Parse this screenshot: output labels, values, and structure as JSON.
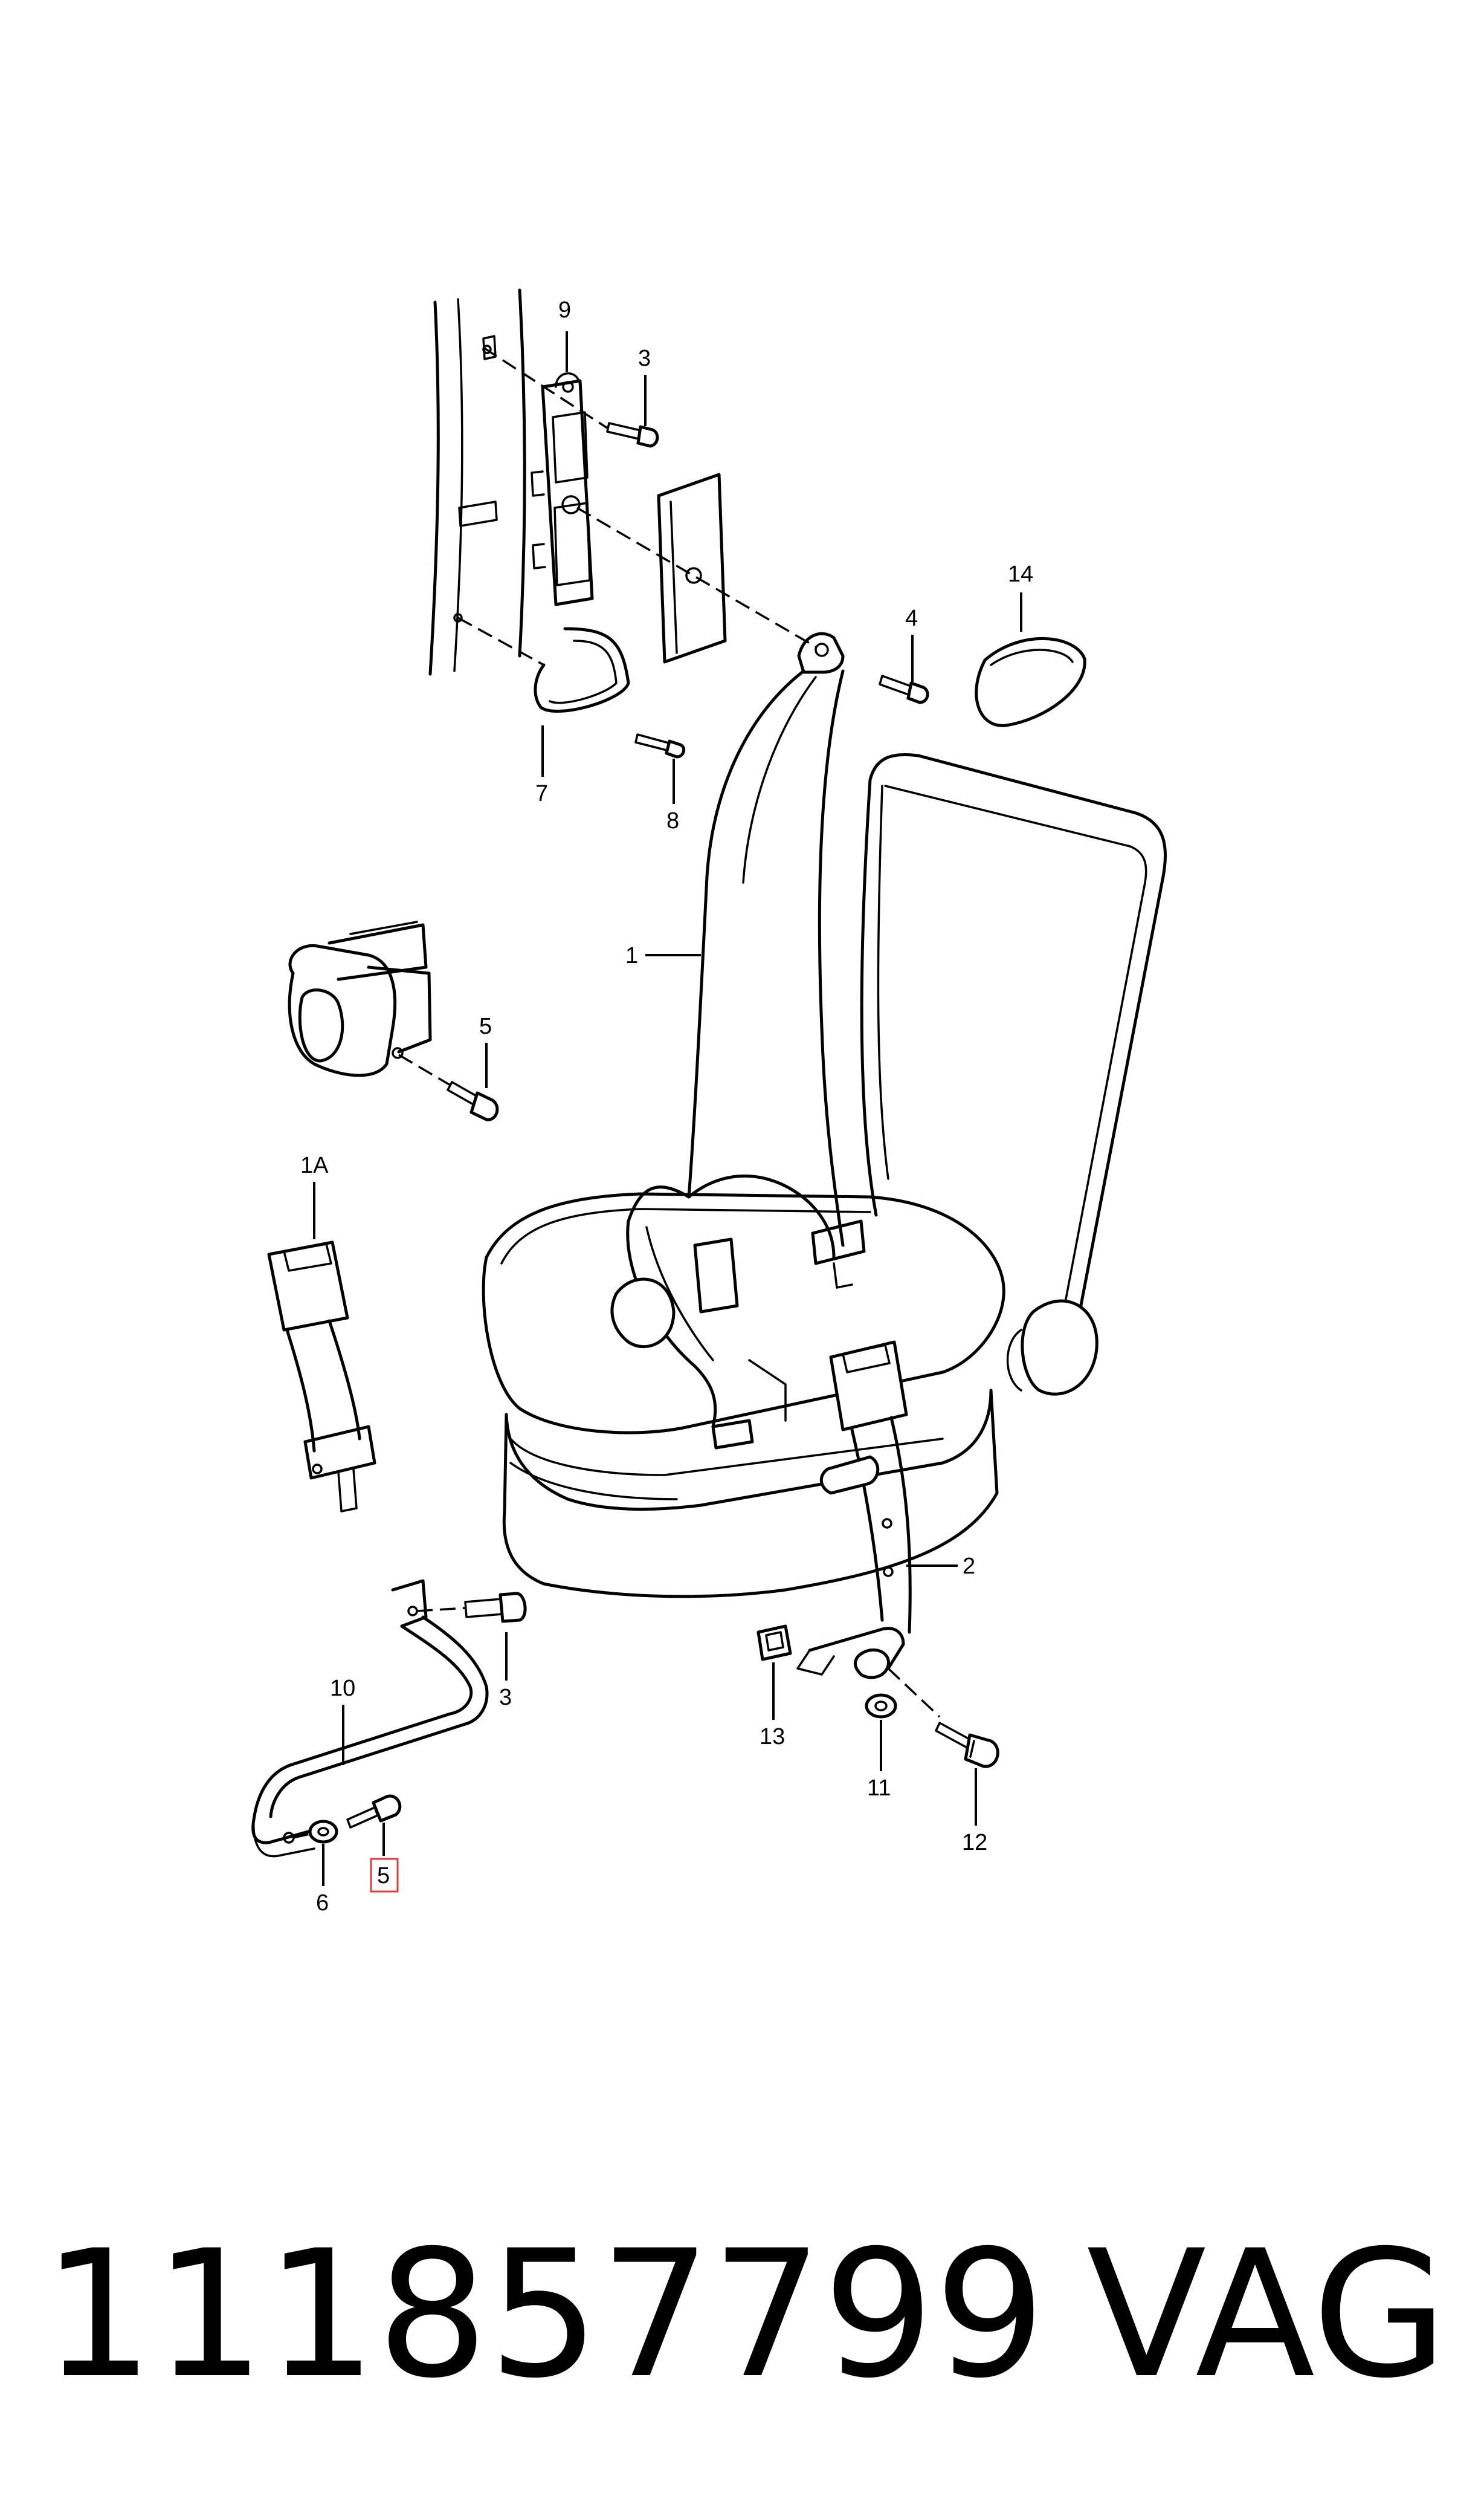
{
  "diagram": {
    "callouts": {
      "c1": "1",
      "c1a": "1A",
      "c2": "2",
      "c3_top": "3",
      "c3_bottom": "3",
      "c4": "4",
      "c5_mid": "5",
      "c5_bottom": "5",
      "c6": "6",
      "c7": "7",
      "c8": "8",
      "c9": "9",
      "c10": "10",
      "c11": "11",
      "c12": "12",
      "c13": "13",
      "c14": "14"
    },
    "highlighted_callout": "5",
    "highlight_color": "#e23b3b"
  },
  "footer": {
    "part_number": "111857799",
    "brand": "VAG"
  }
}
